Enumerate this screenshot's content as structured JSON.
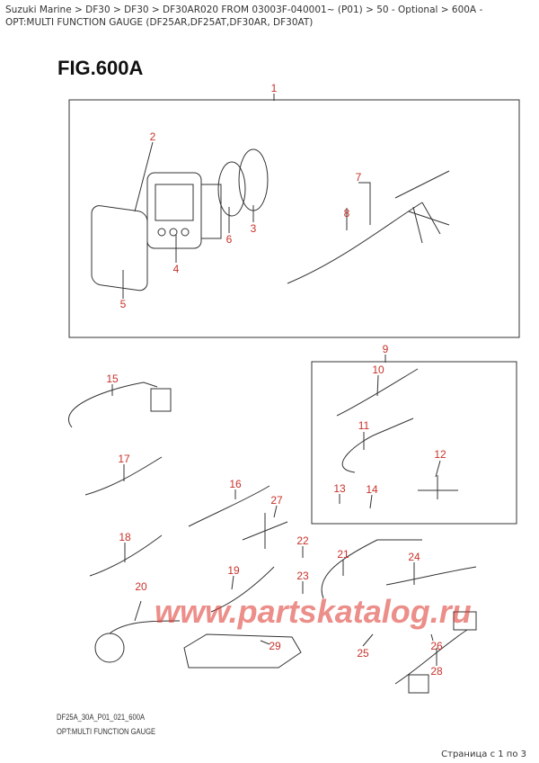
{
  "breadcrumb": "Suzuki Marine > DF30 > DF30 > DF30AR020 FROM 03003F-040001~ (P01) > 50 - Optional > 600A - OPT:MULTI FUNCTION GAUGE (DF25AR,DF25AT,DF30AR, DF30AT)",
  "figure_title": "FIG.600A",
  "callouts": [
    "1",
    "2",
    "3",
    "4",
    "5",
    "6",
    "7",
    "8",
    "9",
    "10",
    "11",
    "12",
    "13",
    "14",
    "15",
    "16",
    "17",
    "18",
    "19",
    "20",
    "21",
    "22",
    "23",
    "24",
    "25",
    "26",
    "27",
    "28",
    "29"
  ],
  "drawing_code": "DF25A_30A_P01_021_600A",
  "drawing_subtitle": "OPT:MULTI FUNCTION GAUGE",
  "watermark": "www.partskatalog.ru",
  "page_indicator": "Страница с 1 по 3",
  "colors": {
    "callout": "#c8322a",
    "watermark": "#dc3228"
  }
}
